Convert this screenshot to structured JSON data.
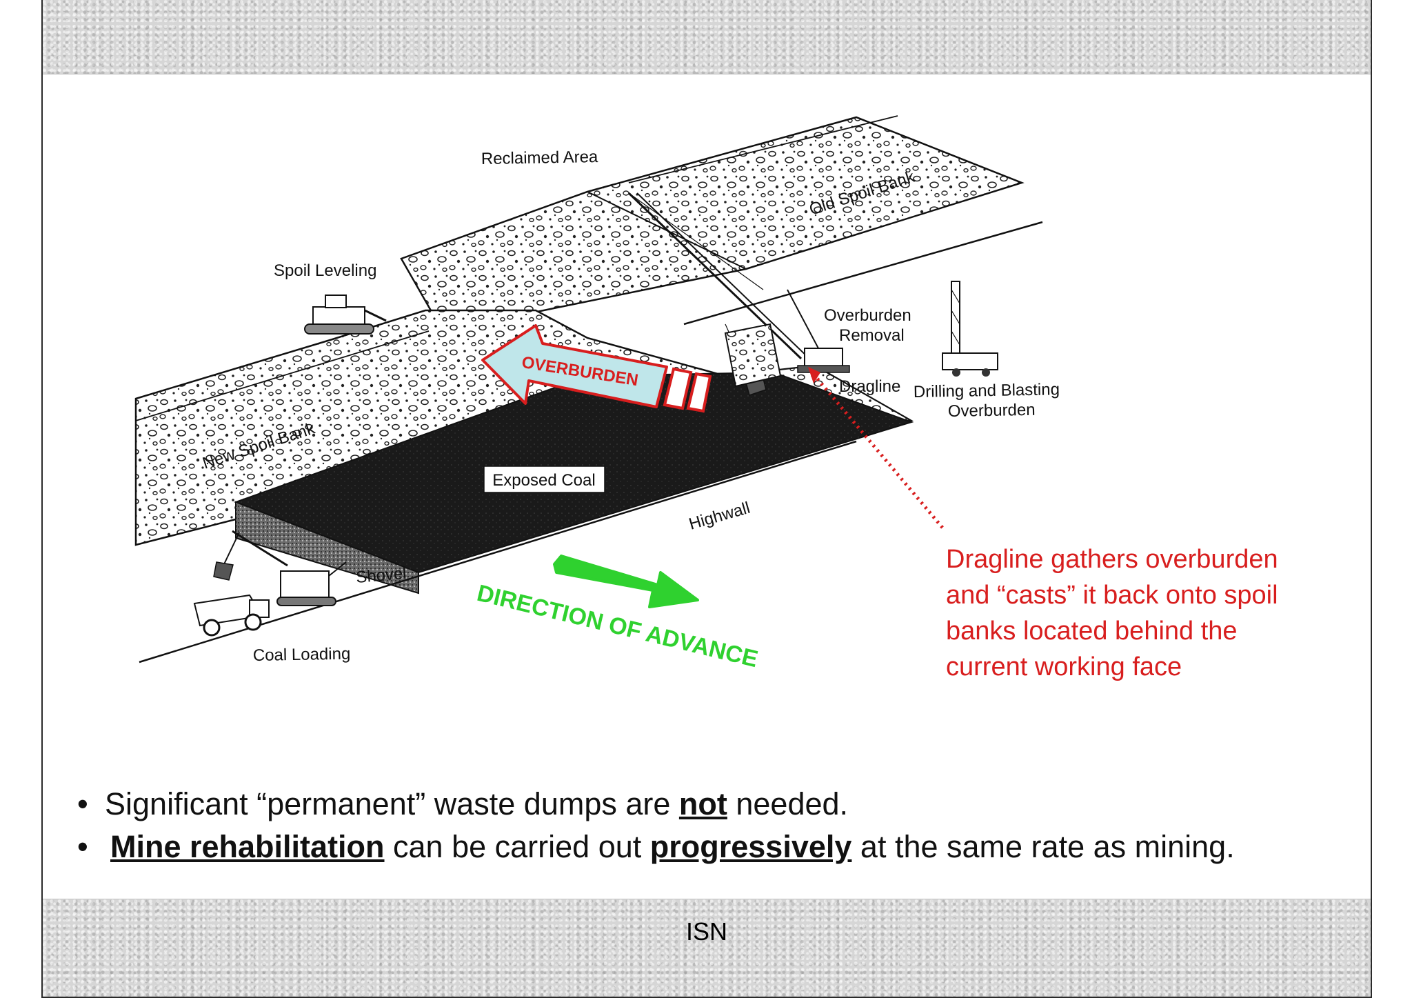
{
  "diagram": {
    "labels": {
      "reclaimed_area": "Reclaimed Area",
      "old_spoil_bank": "Old Spoil Bank",
      "spoil_leveling": "Spoil Leveling",
      "overburden_removal_1": "Overburden",
      "overburden_removal_2": "Removal",
      "overburden_arrow": "OVERBURDEN",
      "dragline": "Dragline",
      "drilling_1": "Drilling and Blasting",
      "drilling_2": "Overburden",
      "new_spoil_bank": "New Spoil Bank",
      "exposed_coal": "Exposed Coal",
      "highwall": "Highwall",
      "shovel": "Shovel",
      "coal_loading": "Coal Loading",
      "direction_of_advance": "DIRECTION OF ADVANCE"
    },
    "callout": [
      "Dragline gathers overburden",
      "and “casts” it back onto spoil",
      "banks located behind the",
      "current working face"
    ],
    "colors": {
      "callout_red": "#d81e1e",
      "overburden_arrow_fill": "#bfe6ea",
      "direction_green": "#2fd12f",
      "coal": "#1a1a1a"
    }
  },
  "bullets": [
    {
      "pre": "Significant “permanent” waste dumps are ",
      "em": "not",
      "post": " needed."
    },
    {
      "em1": "Mine rehabilitation",
      "mid": " can be carried out ",
      "em2": "progressively",
      "post": " at the same rate as mining."
    }
  ],
  "footer": "ISN"
}
